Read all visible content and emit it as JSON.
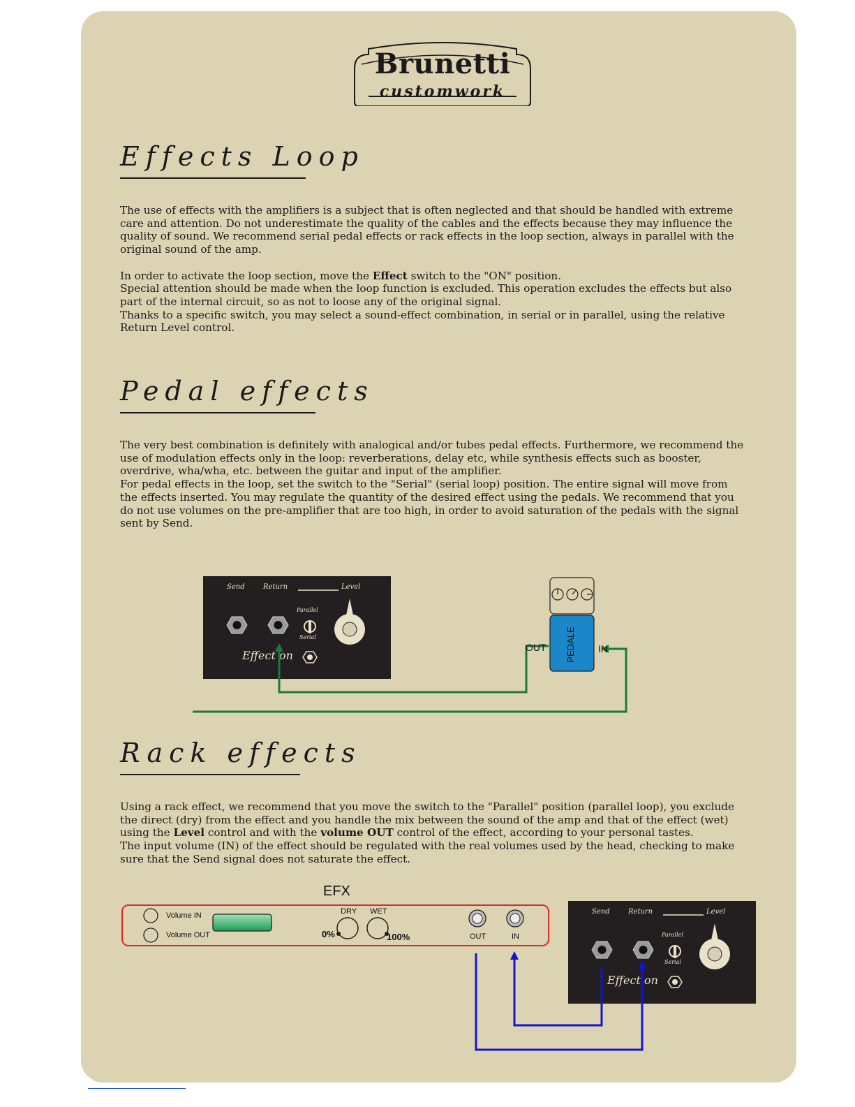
{
  "logo": {
    "brand": "Brunetti",
    "sub": "customwork"
  },
  "sections": {
    "effects_loop": {
      "title": "Effects Loop",
      "p1": "The use of effects with the amplifiers is a subject that is often neglected and that should be handled with extreme care and attention. Do not underestimate the quality of the cables and the effects because they may influence the quality of sound.  We recommend serial pedal effects or rack effects in the loop section, always in parallel with the original sound of the amp.",
      "p2_pre": "In order to activate the loop section, move the ",
      "p2_bold": "Effect",
      "p2_post": " switch to the \"ON\" position.",
      "p3": "Special attention should be made when the loop function is excluded.  This operation excludes the effects but also part of the internal circuit, so as not to loose any of the original signal.",
      "p4": "Thanks to a specific switch, you may select a sound-effect combination, in serial or in parallel, using the relative Return Level control."
    },
    "pedal_effects": {
      "title": "Pedal effects",
      "p1": "The very best combination is definitely with analogical and/or tubes pedal effects.  Furthermore, we recommend the use of modulation effects only in the loop: reverberations, delay etc, while synthesis effects such as booster, overdrive, wha/wha, etc. between the guitar and input of the amplifier.",
      "p2": "For pedal effects in the loop, set the switch to the \"Serial\" (serial loop) position.  The entire signal will move from the effects inserted.  You may regulate the quantity of the desired effect using the pedals.  We recommend that you do not use volumes on the pre-amplifier that are too high, in order to avoid saturation of the pedals with the signal sent by Send."
    },
    "rack_effects": {
      "title": "Rack effects",
      "p1_a": "Using a rack effect, we recommend that you move the switch to the \"Parallel\" position (parallel loop), you exclude the direct (dry) from the effect and you handle the mix between the sound of the amp and that of the effect (wet) using the ",
      "p1_b": "Level",
      "p1_c": " control and with the ",
      "p1_d": "volume OUT",
      "p1_e": " control of the effect, according to your personal tastes.",
      "p2": "The input volume (IN) of the effect should be regulated with the real volumes used by the head, checking to make sure that the Send signal does not saturate the effect."
    }
  },
  "panel": {
    "send": "Send",
    "return": "Return",
    "level": "Level",
    "parallel": "Parallel",
    "serial": "Serial",
    "effect": "Effect on"
  },
  "pedal": {
    "label": "PEDALE",
    "out": "OUT",
    "in": "IN"
  },
  "efx": {
    "title": "EFX",
    "volume_in": "Volume IN",
    "volume_out": "Volume OUT",
    "dry": "DRY",
    "wet": "WET",
    "min": "0%",
    "max": "100%",
    "out": "OUT",
    "in": "IN"
  },
  "colors": {
    "page_bg": "#dcd3b2",
    "panel_bg": "#231f20",
    "pedal_cable": "#1a7a3a",
    "rack_cable": "#1414d2",
    "pedal_body": "#1b87c9",
    "efx_border": "#e0282e"
  }
}
